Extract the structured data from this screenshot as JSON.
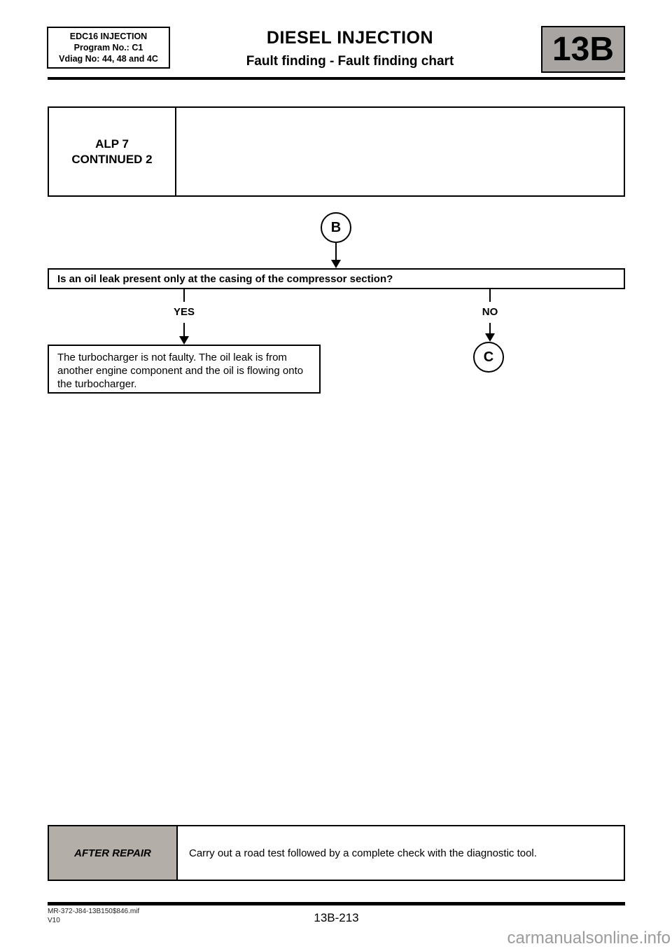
{
  "header": {
    "info_box": {
      "line1": "EDC16 INJECTION",
      "line2": "Program No.: C1",
      "line3": "Vdiag No: 44, 48 and 4C"
    },
    "title": "DIESEL INJECTION",
    "subtitle": "Fault finding - Fault finding chart",
    "section_code": "13B"
  },
  "flowchart": {
    "alp_label_line1": "ALP 7",
    "alp_label_line2": "CONTINUED 2",
    "connector_in": "B",
    "question": "Is an oil leak present only at the casing of the compressor section?",
    "yes_label": "YES",
    "no_label": "NO",
    "yes_result": "The turbocharger is not faulty. The oil leak is from another engine component and the oil is flowing onto the turbocharger.",
    "no_connector": "C"
  },
  "after_repair": {
    "label": "AFTER REPAIR",
    "instruction": "Carry out a road test followed by a complete check with the diagnostic tool."
  },
  "footer": {
    "document_ref": "MR-372-J84-13B150$846.mif",
    "version": "V10",
    "page_number": "13B-213",
    "watermark": "carmanualsonline.info"
  },
  "colors": {
    "section_box_bg": "#a8a5a2",
    "after_repair_bg": "#b3aea7",
    "watermark": "#9b9b9b"
  }
}
